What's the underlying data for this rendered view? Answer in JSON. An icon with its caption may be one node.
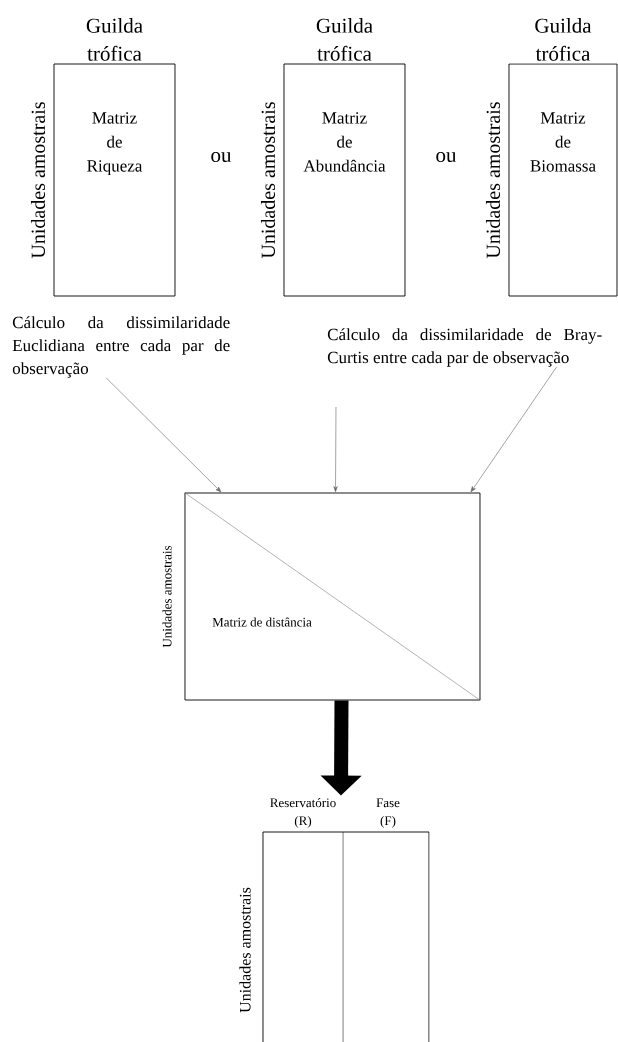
{
  "diagram": {
    "nodes": [
      {
        "text": [
          "Guilda trófica",
          "Matriz de Riqueza"
        ],
        "beside": [
          "Unidades amostrais"
        ]
      },
      {
        "text": [
          "Guilda trófica",
          "Matriz de Abundância"
        ],
        "beside": [
          "Unidades amostrais"
        ]
      },
      {
        "text": [
          "Guilda trófica",
          "Matriz de Biomassa"
        ],
        "beside": [
          "Unidades amostrais"
        ]
      },
      {
        "text": [
          "Cálculo da dissimilaridade Euclidiana entre cada par de observação"
        ]
      },
      {
        "text": [
          "Cálculo da dissimilaridade de Bray-Curtis entre cada par de observação"
        ]
      },
      {
        "text": [
          "Matriz de distância"
        ],
        "beside": [
          "Unidades amostrais"
        ]
      },
      {
        "text": [
          "Reservatório (R)",
          "Fase (F)"
        ],
        "beside": [
          "Unidades amostrais"
        ]
      }
    ],
    "edges": [
      {
        "from": 3,
        "to": 5,
        "arrow": "to"
      },
      {
        "from": null,
        "to": 5,
        "arrow": "to"
      },
      {
        "from": 4,
        "to": 5,
        "arrow": "to"
      },
      {
        "from": 5,
        "to": 6,
        "arrow": "to",
        "style": "thick",
        "color": "#000000"
      }
    ],
    "labels": [
      "ou",
      "ou"
    ]
  }
}
